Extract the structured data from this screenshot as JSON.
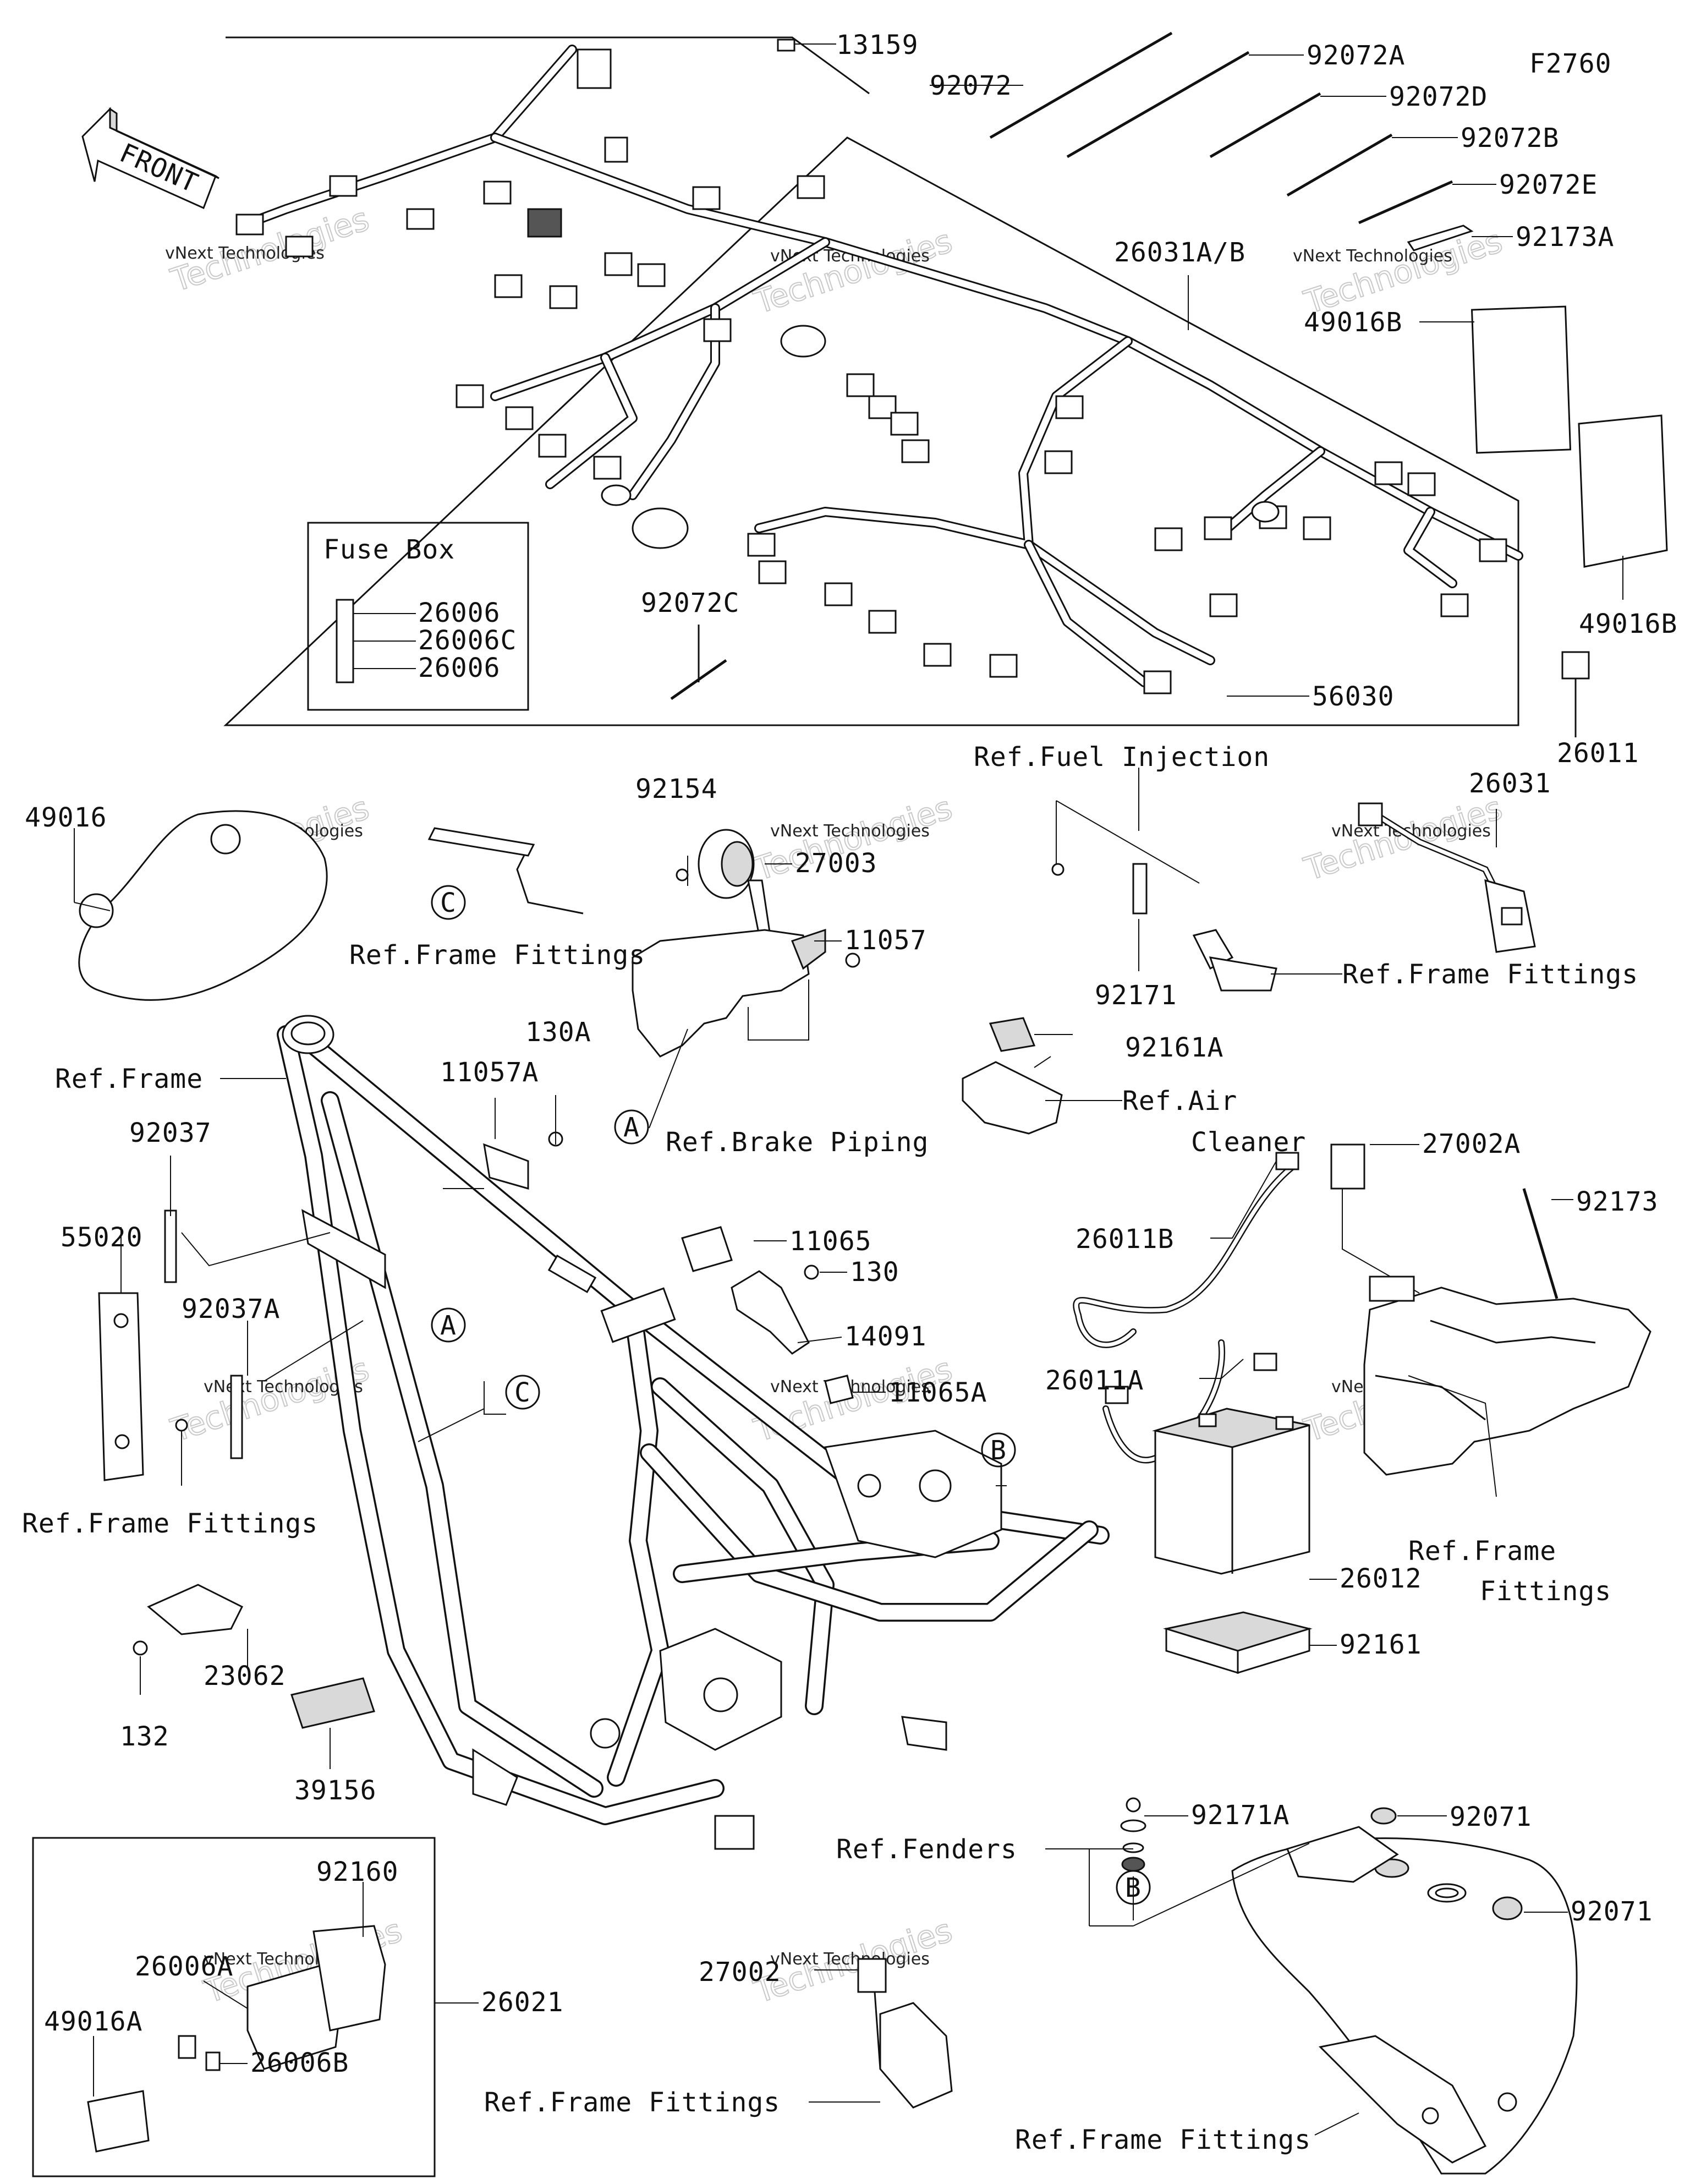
{
  "diagram": {
    "code": "F2760",
    "front_label": "FRONT",
    "watermark": {
      "company": "vNext Technologies",
      "line_1": "vNext",
      "line_2": "Technologies"
    },
    "fuse_box": {
      "title": "Fuse Box",
      "parts": [
        "26006",
        "26006C",
        "26006"
      ]
    },
    "part_numbers": {
      "p13159": "13159",
      "p92072": "92072",
      "p92072A": "92072A",
      "p92072D": "92072D",
      "p92072B": "92072B",
      "p92072E": "92072E",
      "p92173A": "92173A",
      "p26031AB": "26031A/B",
      "p49016B_1": "49016B",
      "p49016B_2": "49016B",
      "p92072C": "92072C",
      "p56030": "56030",
      "p26011": "26011",
      "p49016": "49016",
      "p92154": "92154",
      "p27003": "27003",
      "p11057": "11057",
      "p26031": "26031",
      "p92171": "92171",
      "p92161A": "92161A",
      "p27002A": "27002A",
      "p92173": "92173",
      "p130A": "130A",
      "p11057A": "11057A",
      "p92037": "92037",
      "p55020": "55020",
      "p92037A": "92037A",
      "p11065": "11065",
      "p130": "130",
      "p14091": "14091",
      "p11065A": "11065A",
      "p26011B": "26011B",
      "p26011A": "26011A",
      "p26012": "26012",
      "p92161": "92161",
      "p23062": "23062",
      "p132": "132",
      "p39156": "39156",
      "p92171A": "92171A",
      "p92071_1": "92071",
      "p92071_2": "92071",
      "p92160": "92160",
      "p26006A": "26006A",
      "p49016A": "49016A",
      "p26021": "26021",
      "p26006B": "26006B",
      "p27002": "27002"
    },
    "references": {
      "fuel_injection": "Ref.Fuel Injection",
      "frame_fittings_c": "Ref.Frame Fittings",
      "frame_fittings_fi": "Ref.Frame Fittings",
      "frame": "Ref.Frame",
      "brake_piping": "Ref.Brake Piping",
      "air_cleaner_1": "Ref.Air",
      "air_cleaner_2": "Cleaner",
      "frame_fittings_left": "Ref.Frame Fittings",
      "frame_fittings_tray_1": "Ref.Frame",
      "frame_fittings_tray_2": "Fittings",
      "fenders": "Ref.Fenders",
      "frame_fittings_bottom": "Ref.Frame Fittings",
      "frame_fittings_fender": "Ref.Frame Fittings"
    },
    "callouts": {
      "a": "A",
      "b": "B",
      "c": "C"
    }
  }
}
